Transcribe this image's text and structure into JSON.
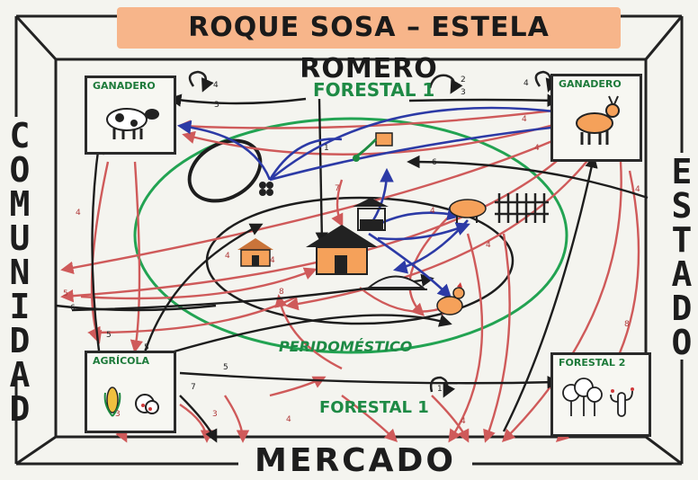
{
  "title": "ROQUE SOSA – ESTELA ROMERO",
  "left_word": "COMUNIDAD",
  "right_word": "ESTADO",
  "bottom_word": "MERCADO",
  "boxes": {
    "ganadero_left": "GANADERO",
    "ganadero_right": "GANADERO",
    "agricola": "AGRÍCOLA",
    "forestal2": "FORESTAL 2"
  },
  "labels": {
    "forestal1_top": "FORESTAL 1",
    "forestal1_bottom": "FORESTAL 1",
    "peridomestico": "PERIDOMÉSTICO"
  },
  "numbers": {
    "n1": "1",
    "n2": "2",
    "n3": "3",
    "n4": "4",
    "n5": "5",
    "n6": "6",
    "n7": "7",
    "n8": "8"
  },
  "colors": {
    "black": "#1d1d1d",
    "red": "#cf5a5a",
    "blue": "#2c3aa6",
    "green": "#22a352",
    "orange": "#f5a15a",
    "title_bg": "#f7b58a"
  },
  "icons": {
    "cow": "cow-icon",
    "goat": "goat-icon",
    "pig": "pig-icon",
    "chicken": "chicken-icon",
    "house": "house-icon",
    "doghouse": "small-house-icon",
    "well": "well-icon",
    "watering_can": "watering-can-icon",
    "fence": "fence-icon",
    "corn": "corn-icon",
    "bush": "bush-icon",
    "trees": "trees-icon",
    "cactus": "cactus-icon",
    "refresh": "cycle-arrow-icon"
  }
}
